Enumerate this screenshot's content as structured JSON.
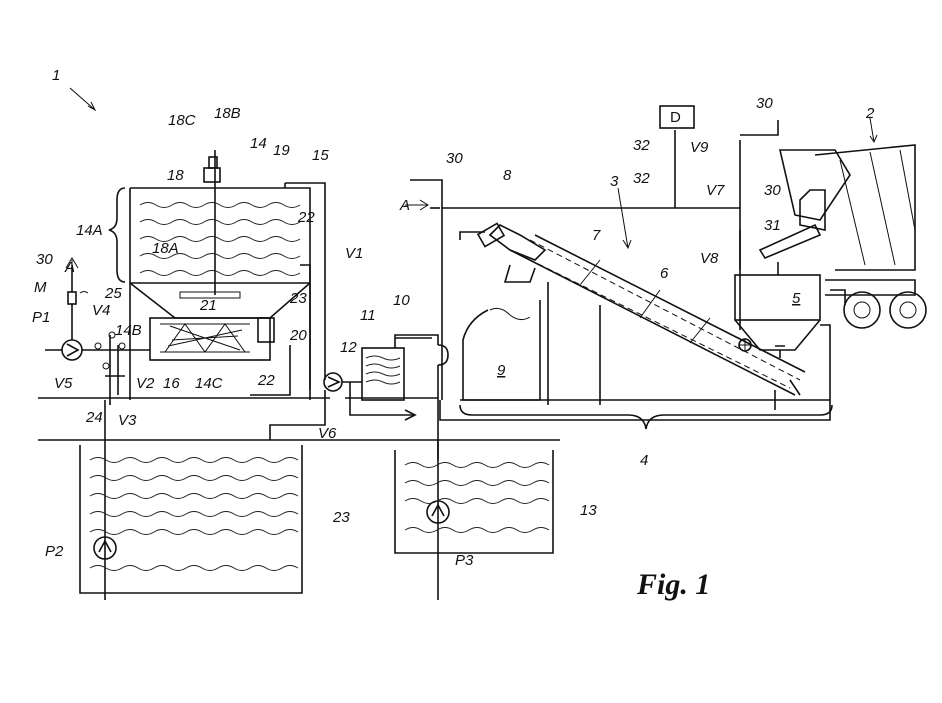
{
  "figure": {
    "caption": "Fig. 1",
    "labels": {
      "plant": "1",
      "truck": "2",
      "unit3": "3",
      "group4": "4",
      "hopper": "5",
      "screw6": "6",
      "screw7": "7",
      "motor8": "8",
      "bin9": "9",
      "pipe10": "10",
      "tank11": "11",
      "pump12": "12",
      "tank13": "13",
      "tank14": "14",
      "t14A": "14A",
      "t14B": "14B",
      "t14C": "14C",
      "pipe15": "15",
      "screen16": "16",
      "agit18": "18",
      "a18A": "18A",
      "a18B": "18B",
      "a18C": "18C",
      "wall19": "19",
      "motor20": "20",
      "screw21": "21",
      "v22a": "22",
      "v22b": "22",
      "s23": "23",
      "tank23": "23",
      "p24": "24",
      "p25": "25",
      "l30a": "30",
      "l30b": "30",
      "l30c": "30",
      "l30d": "30",
      "l31": "31",
      "l32a": "32",
      "l32b": "32",
      "a1": "A",
      "a2": "A",
      "m": "M",
      "d": "D",
      "p1": "P1",
      "p2": "P2",
      "p3": "P3",
      "v1": "V1",
      "v2": "V2",
      "v3": "V3",
      "v4": "V4",
      "v5": "V5",
      "v6": "V6",
      "v7": "V7",
      "v8": "V8",
      "v9": "V9"
    }
  }
}
